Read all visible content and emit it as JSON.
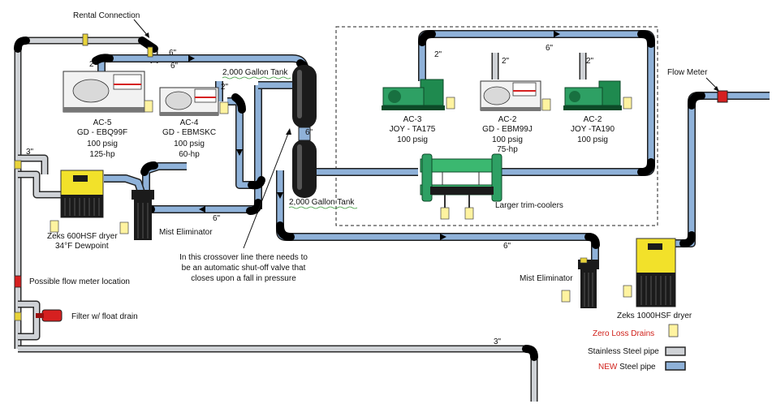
{
  "labels": {
    "rental_connection": "Rental Connection",
    "tank_top": "2,000 Gallon Tank",
    "tank_bottom": "2,000 Gallon Tank",
    "flow_meter": "Flow Meter",
    "larger_trim_coolers": "Larger trim-coolers",
    "mist_eliminator_left": "Mist Eliminator",
    "mist_eliminator_right": "Mist Eliminator",
    "possible_flow_meter": "Possible flow meter location",
    "filter": "Filter w/ float drain",
    "crossover_note": [
      "In this crossover line there needs to",
      "be an automatic shut-off valve that",
      "closes upon a fall in pressure"
    ]
  },
  "pipe_sizes": {
    "ac5_2in": "2\"",
    "ac4_6in": "6\"",
    "top_6in": "6\"",
    "ac4_2in": "2\"",
    "tank_6in": "6\"",
    "left_3in": "3\"",
    "lower_6in": "6\"",
    "bottom_6in": "6\"",
    "bottom_3in": "3\"",
    "ac3_2in": "2\"",
    "ac2a_2in": "2\"",
    "header_6in": "6\"",
    "ac2b_2in": "2\""
  },
  "compressors": [
    {
      "id": "ac5",
      "name": "AC-5",
      "model": "GD - EBQ99F",
      "pressure": "100 psig",
      "power": "125-hp"
    },
    {
      "id": "ac4",
      "name": "AC-4",
      "model": "GD - EBMSKC",
      "pressure": "100 psig",
      "power": "60-hp"
    },
    {
      "id": "ac3",
      "name": "AC-3",
      "model": "JOY - TA175",
      "pressure": "100 psig",
      "power": ""
    },
    {
      "id": "ac2a",
      "name": "AC-2",
      "model": "GD - EBM99J",
      "pressure": "100 psig",
      "power": "75-hp"
    },
    {
      "id": "ac2b",
      "name": "AC-2",
      "model": "JOY -TA190",
      "pressure": "100 psig",
      "power": ""
    }
  ],
  "dryers": {
    "small": {
      "name": "Zeks 600HSF dryer",
      "spec": "34°F Dewpoint"
    },
    "large": {
      "name": "Zeks 1000HSF dryer"
    }
  },
  "legend": {
    "zero_loss_drains": "Zero Loss Drains",
    "stainless": "Stainless Steel pipe",
    "new_steel_prefix": "NEW",
    "new_steel_suffix": " Steel pipe"
  },
  "colors": {
    "new_pipe": "#8fb2d9",
    "stainless_pipe": "#cfd2d6",
    "compressor_green": "#1f8a4f",
    "dryer_yellow": "#f2e12a",
    "filter_red": "#d62020",
    "legend_red": "#d0201a"
  }
}
